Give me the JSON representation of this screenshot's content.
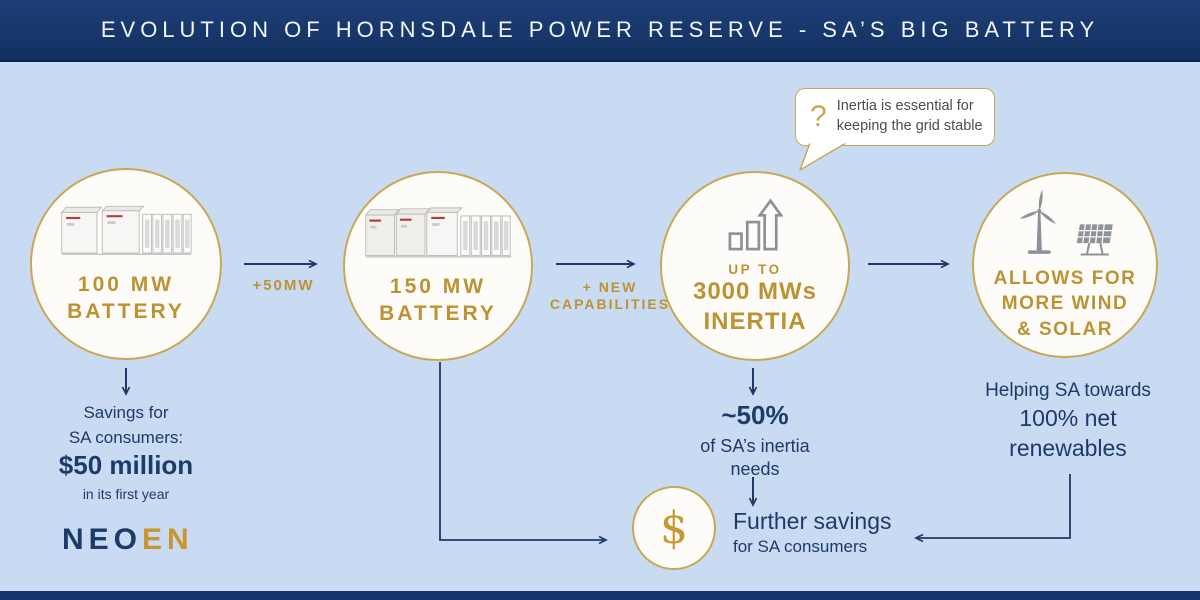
{
  "header": {
    "title": "EVOLUTION OF HORNSDALE POWER RESERVE - SA’S BIG BATTERY"
  },
  "tooltip": {
    "question_mark": "?",
    "text_line1": "Inertia is essential for",
    "text_line2": "keeping the grid stable"
  },
  "steps": {
    "battery100": {
      "title_line1": "100 MW",
      "title_line2": "BATTERY"
    },
    "battery150": {
      "title_line1": "150 MW",
      "title_line2": "BATTERY"
    },
    "inertia": {
      "pre": "UP TO",
      "value": "3000 MWs",
      "title": "INERTIA"
    },
    "renewables": {
      "line1": "ALLOWS FOR",
      "line2": "MORE WIND",
      "line3": "& SOLAR"
    }
  },
  "connectors": {
    "plus50": "+50MW",
    "newcap_line1": "+ NEW",
    "newcap_line2": "CAPABILITIES"
  },
  "outcomes": {
    "savings": {
      "line1": "Savings for",
      "line2": "SA consumers:",
      "amount": "$50 million",
      "note": "in its first year"
    },
    "inertia_share": {
      "value": "~50%",
      "line2": "of SA’s inertia",
      "line3": "needs"
    },
    "net_renewables": {
      "line1": "Helping SA towards",
      "line2": "100% net",
      "line3": "renewables"
    },
    "further_savings": {
      "dollar": "$",
      "line1": "Further savings",
      "line2": "for SA consumers"
    }
  },
  "logo": {
    "navy": "NEO",
    "gold": "EN"
  },
  "icons": {
    "battery": "battery-container-row",
    "growth": "growth-chart-arrow",
    "wind": "wind-turbine",
    "solar": "solar-panel",
    "question": "question-mark",
    "dollar": "dollar-sign"
  },
  "colors": {
    "header_bg": "#14356b",
    "background": "#c9dbf3",
    "gold_text": "#bd9233",
    "gold_border": "#c9a854",
    "navy_text": "#1d3a69",
    "icon_gray": "#8d929a"
  }
}
